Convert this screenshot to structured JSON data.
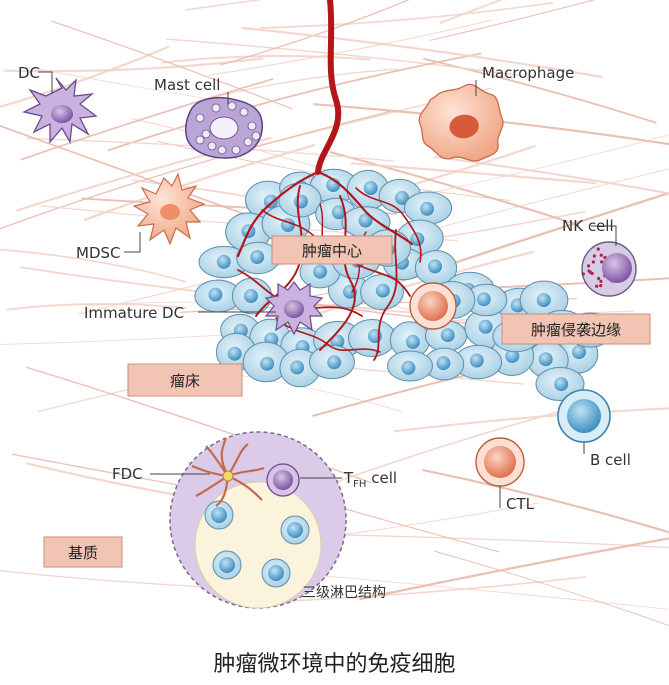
{
  "labels": {
    "dc": "DC",
    "mast_cell": "Mast cell",
    "macrophage": "Macrophage",
    "mdsc": "MDSC",
    "nk_cell": "NK cell",
    "immature_dc": "Immature DC",
    "fdc": "FDC",
    "tfh_main": "T",
    "tfh_sub": "FH",
    "tfh_suffix": " cell",
    "b_cell": "B cell",
    "ctl": "CTL",
    "tls": "三级淋巴结构"
  },
  "regions": {
    "tumor_core": "肿瘤中心",
    "invasive_margin": "肿瘤侵袭边缘",
    "tumor_bed": "瘤床",
    "stroma": "基质"
  },
  "caption": "肿瘤微环境中的免疫细胞",
  "colors": {
    "tumor_cell": "#c7e3ef",
    "tumor_nucleus": "#5ea4cc",
    "vessel": "#b3151b",
    "region_box": "#f2c4b4",
    "tls_outer": "#d9c6e6",
    "tls_inner": "#fbf3dc",
    "ctl": "#e0704f",
    "b_cell": "#a9d4ea",
    "nk_cell": "#9b6fb8",
    "dc": "#9b7bbf",
    "macrophage": "#f1a07d",
    "mdsc": "#f3b29a"
  },
  "icons": [
    "dc-cell-icon",
    "mast-cell-icon",
    "macrophage-icon",
    "mdsc-cell-icon",
    "nk-cell-icon",
    "immature-dc-icon",
    "fdc-icon",
    "tfh-cell-icon",
    "b-cell-icon",
    "ctl-cell-icon",
    "blood-vessel-icon",
    "tumor-mass-icon",
    "tertiary-lymphoid-structure-icon"
  ]
}
